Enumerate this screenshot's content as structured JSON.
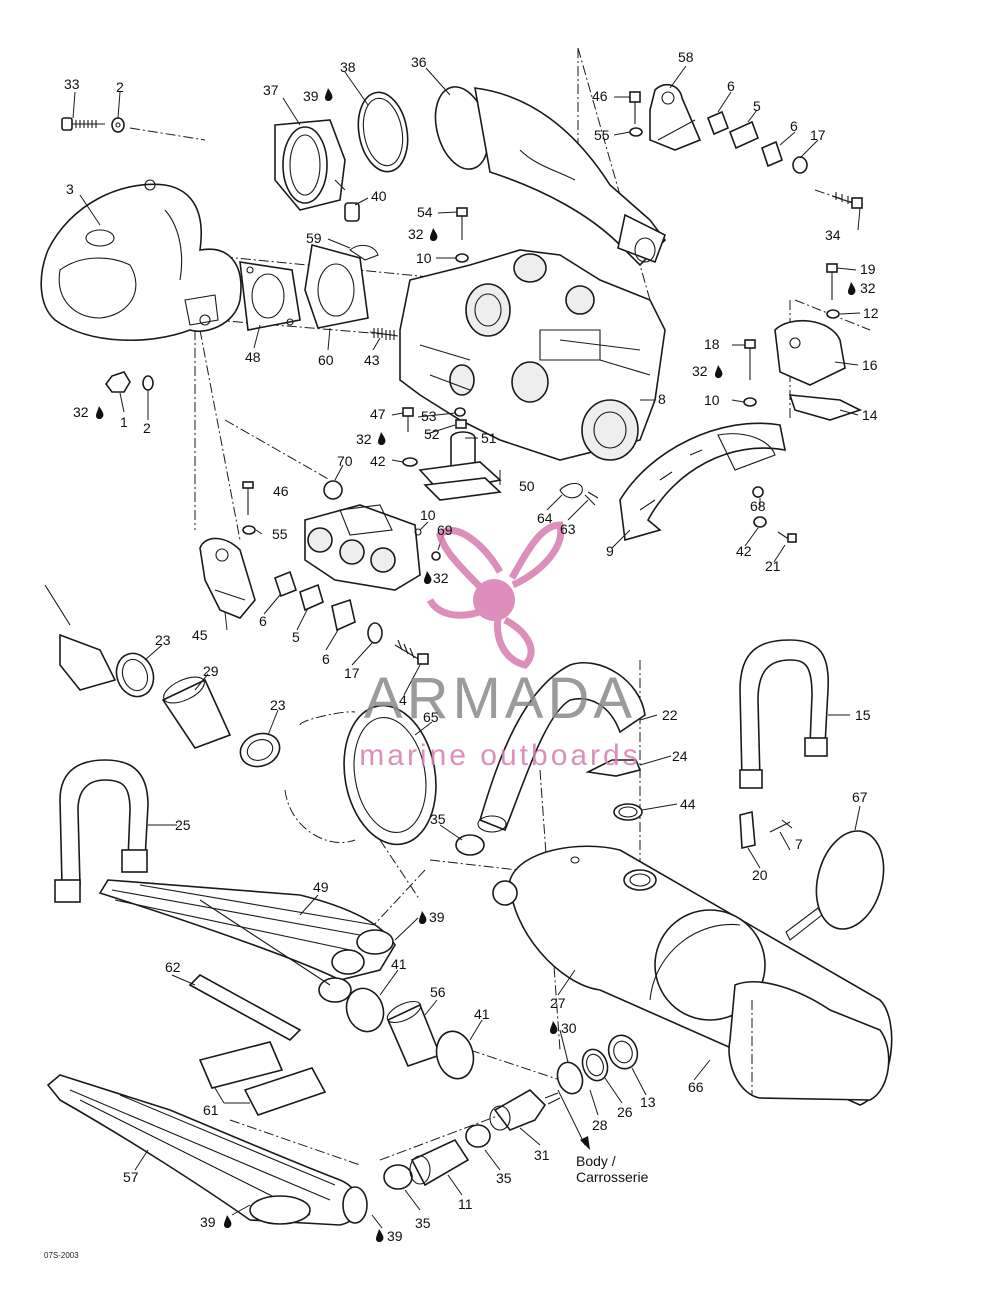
{
  "diagram": {
    "drawing_code": "07S-2003",
    "body_note_line1": "Body /",
    "body_note_line2": "Carrosserie",
    "watermark": {
      "brand": "ARMADA",
      "tagline": "marine outboards",
      "color": "#d87bb0"
    },
    "callouts": [
      {
        "id": "c33",
        "text": "33"
      },
      {
        "id": "c2a",
        "text": "2"
      },
      {
        "id": "c37",
        "text": "37"
      },
      {
        "id": "c39a",
        "text": "39"
      },
      {
        "id": "c38",
        "text": "38"
      },
      {
        "id": "c36",
        "text": "36"
      },
      {
        "id": "c58",
        "text": "58"
      },
      {
        "id": "c46a",
        "text": "46"
      },
      {
        "id": "c6a",
        "text": "6"
      },
      {
        "id": "c5a",
        "text": "5"
      },
      {
        "id": "c55a",
        "text": "55"
      },
      {
        "id": "c6b",
        "text": "6"
      },
      {
        "id": "c17a",
        "text": "17"
      },
      {
        "id": "c34",
        "text": "34"
      },
      {
        "id": "c3",
        "text": "3"
      },
      {
        "id": "c40",
        "text": "40"
      },
      {
        "id": "c54",
        "text": "54"
      },
      {
        "id": "c32a",
        "text": "32"
      },
      {
        "id": "c59",
        "text": "59"
      },
      {
        "id": "c10a",
        "text": "10"
      },
      {
        "id": "c19",
        "text": "19"
      },
      {
        "id": "c32b",
        "text": "32"
      },
      {
        "id": "c12",
        "text": "12"
      },
      {
        "id": "c48",
        "text": "48"
      },
      {
        "id": "c60",
        "text": "60"
      },
      {
        "id": "c43",
        "text": "43"
      },
      {
        "id": "c18",
        "text": "18"
      },
      {
        "id": "c32c",
        "text": "32"
      },
      {
        "id": "c16",
        "text": "16"
      },
      {
        "id": "c32d",
        "text": "32"
      },
      {
        "id": "c1",
        "text": "1"
      },
      {
        "id": "c2b",
        "text": "2"
      },
      {
        "id": "c47",
        "text": "47"
      },
      {
        "id": "c53",
        "text": "53"
      },
      {
        "id": "c8",
        "text": "8"
      },
      {
        "id": "c10b",
        "text": "10"
      },
      {
        "id": "c14",
        "text": "14"
      },
      {
        "id": "c32e",
        "text": "32"
      },
      {
        "id": "c52",
        "text": "52"
      },
      {
        "id": "c42a",
        "text": "42"
      },
      {
        "id": "c51",
        "text": "51"
      },
      {
        "id": "c70",
        "text": "70"
      },
      {
        "id": "c46b",
        "text": "46"
      },
      {
        "id": "c50",
        "text": "50"
      },
      {
        "id": "c68",
        "text": "68"
      },
      {
        "id": "c55b",
        "text": "55"
      },
      {
        "id": "c10c",
        "text": "10"
      },
      {
        "id": "c69",
        "text": "69"
      },
      {
        "id": "c64",
        "text": "64"
      },
      {
        "id": "c63",
        "text": "63"
      },
      {
        "id": "c9",
        "text": "9"
      },
      {
        "id": "c42b",
        "text": "42"
      },
      {
        "id": "c21",
        "text": "21"
      },
      {
        "id": "c32f",
        "text": "32"
      },
      {
        "id": "c6c",
        "text": "6"
      },
      {
        "id": "c5b",
        "text": "5"
      },
      {
        "id": "c45",
        "text": "45"
      },
      {
        "id": "c6d",
        "text": "6"
      },
      {
        "id": "c17b",
        "text": "17"
      },
      {
        "id": "c23a",
        "text": "23"
      },
      {
        "id": "c29",
        "text": "29"
      },
      {
        "id": "c4",
        "text": "4"
      },
      {
        "id": "c23b",
        "text": "23"
      },
      {
        "id": "c65",
        "text": "65"
      },
      {
        "id": "c22",
        "text": "22"
      },
      {
        "id": "c15",
        "text": "15"
      },
      {
        "id": "c24",
        "text": "24"
      },
      {
        "id": "c25",
        "text": "25"
      },
      {
        "id": "c35a",
        "text": "35"
      },
      {
        "id": "c44",
        "text": "44"
      },
      {
        "id": "c67",
        "text": "67"
      },
      {
        "id": "c7",
        "text": "7"
      },
      {
        "id": "c20",
        "text": "20"
      },
      {
        "id": "c49",
        "text": "49"
      },
      {
        "id": "c39b",
        "text": "39"
      },
      {
        "id": "c62",
        "text": "62"
      },
      {
        "id": "c41a",
        "text": "41"
      },
      {
        "id": "c56",
        "text": "56"
      },
      {
        "id": "c27",
        "text": "27"
      },
      {
        "id": "c41b",
        "text": "41"
      },
      {
        "id": "c30",
        "text": "30"
      },
      {
        "id": "c61",
        "text": "61"
      },
      {
        "id": "c28",
        "text": "28"
      },
      {
        "id": "c26",
        "text": "26"
      },
      {
        "id": "c13",
        "text": "13"
      },
      {
        "id": "c66",
        "text": "66"
      },
      {
        "id": "c31",
        "text": "31"
      },
      {
        "id": "c57",
        "text": "57"
      },
      {
        "id": "c35b",
        "text": "35"
      },
      {
        "id": "c11",
        "text": "11"
      },
      {
        "id": "c35c",
        "text": "35"
      },
      {
        "id": "c39c",
        "text": "39"
      },
      {
        "id": "c39d",
        "text": "39"
      }
    ]
  }
}
